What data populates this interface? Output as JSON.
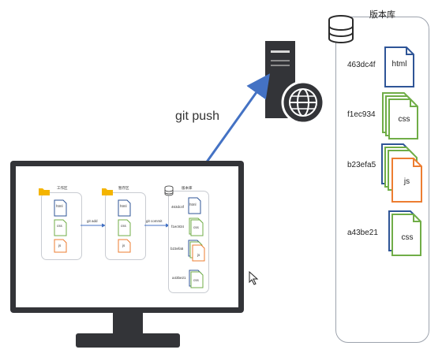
{
  "repository": {
    "title": "版本库",
    "commits": [
      {
        "hash": "463dc4f",
        "files": [
          "html"
        ]
      },
      {
        "hash": "f1ec934",
        "files": [
          "css"
        ]
      },
      {
        "hash": "b23efa5",
        "files": [
          "js"
        ]
      },
      {
        "hash": "a43be21",
        "files": [
          "css"
        ]
      }
    ]
  },
  "push_label": "git push",
  "screen": {
    "working_dir": {
      "title": "工作区",
      "files": [
        "html",
        "css",
        "js"
      ]
    },
    "staging": {
      "title": "暂存区",
      "files": [
        "html",
        "css",
        "js"
      ]
    },
    "repo": {
      "title": "版本库",
      "hashes": [
        "463dc4f",
        "f1ec934",
        "b23efa5",
        "a43be21"
      ],
      "files": [
        "html",
        "css",
        "js",
        "css"
      ]
    },
    "add_label": "git add",
    "commit_label": "git commit"
  },
  "colors": {
    "html": "#2f5597",
    "css": "#70ad47",
    "js": "#ed7d31",
    "arrow": "#4472c4",
    "folder": "#f4b400",
    "monitor": "#333438"
  },
  "icons": [
    "database-icon",
    "server-icon",
    "globe-icon",
    "folder-icon",
    "file-icon",
    "cursor-icon"
  ]
}
